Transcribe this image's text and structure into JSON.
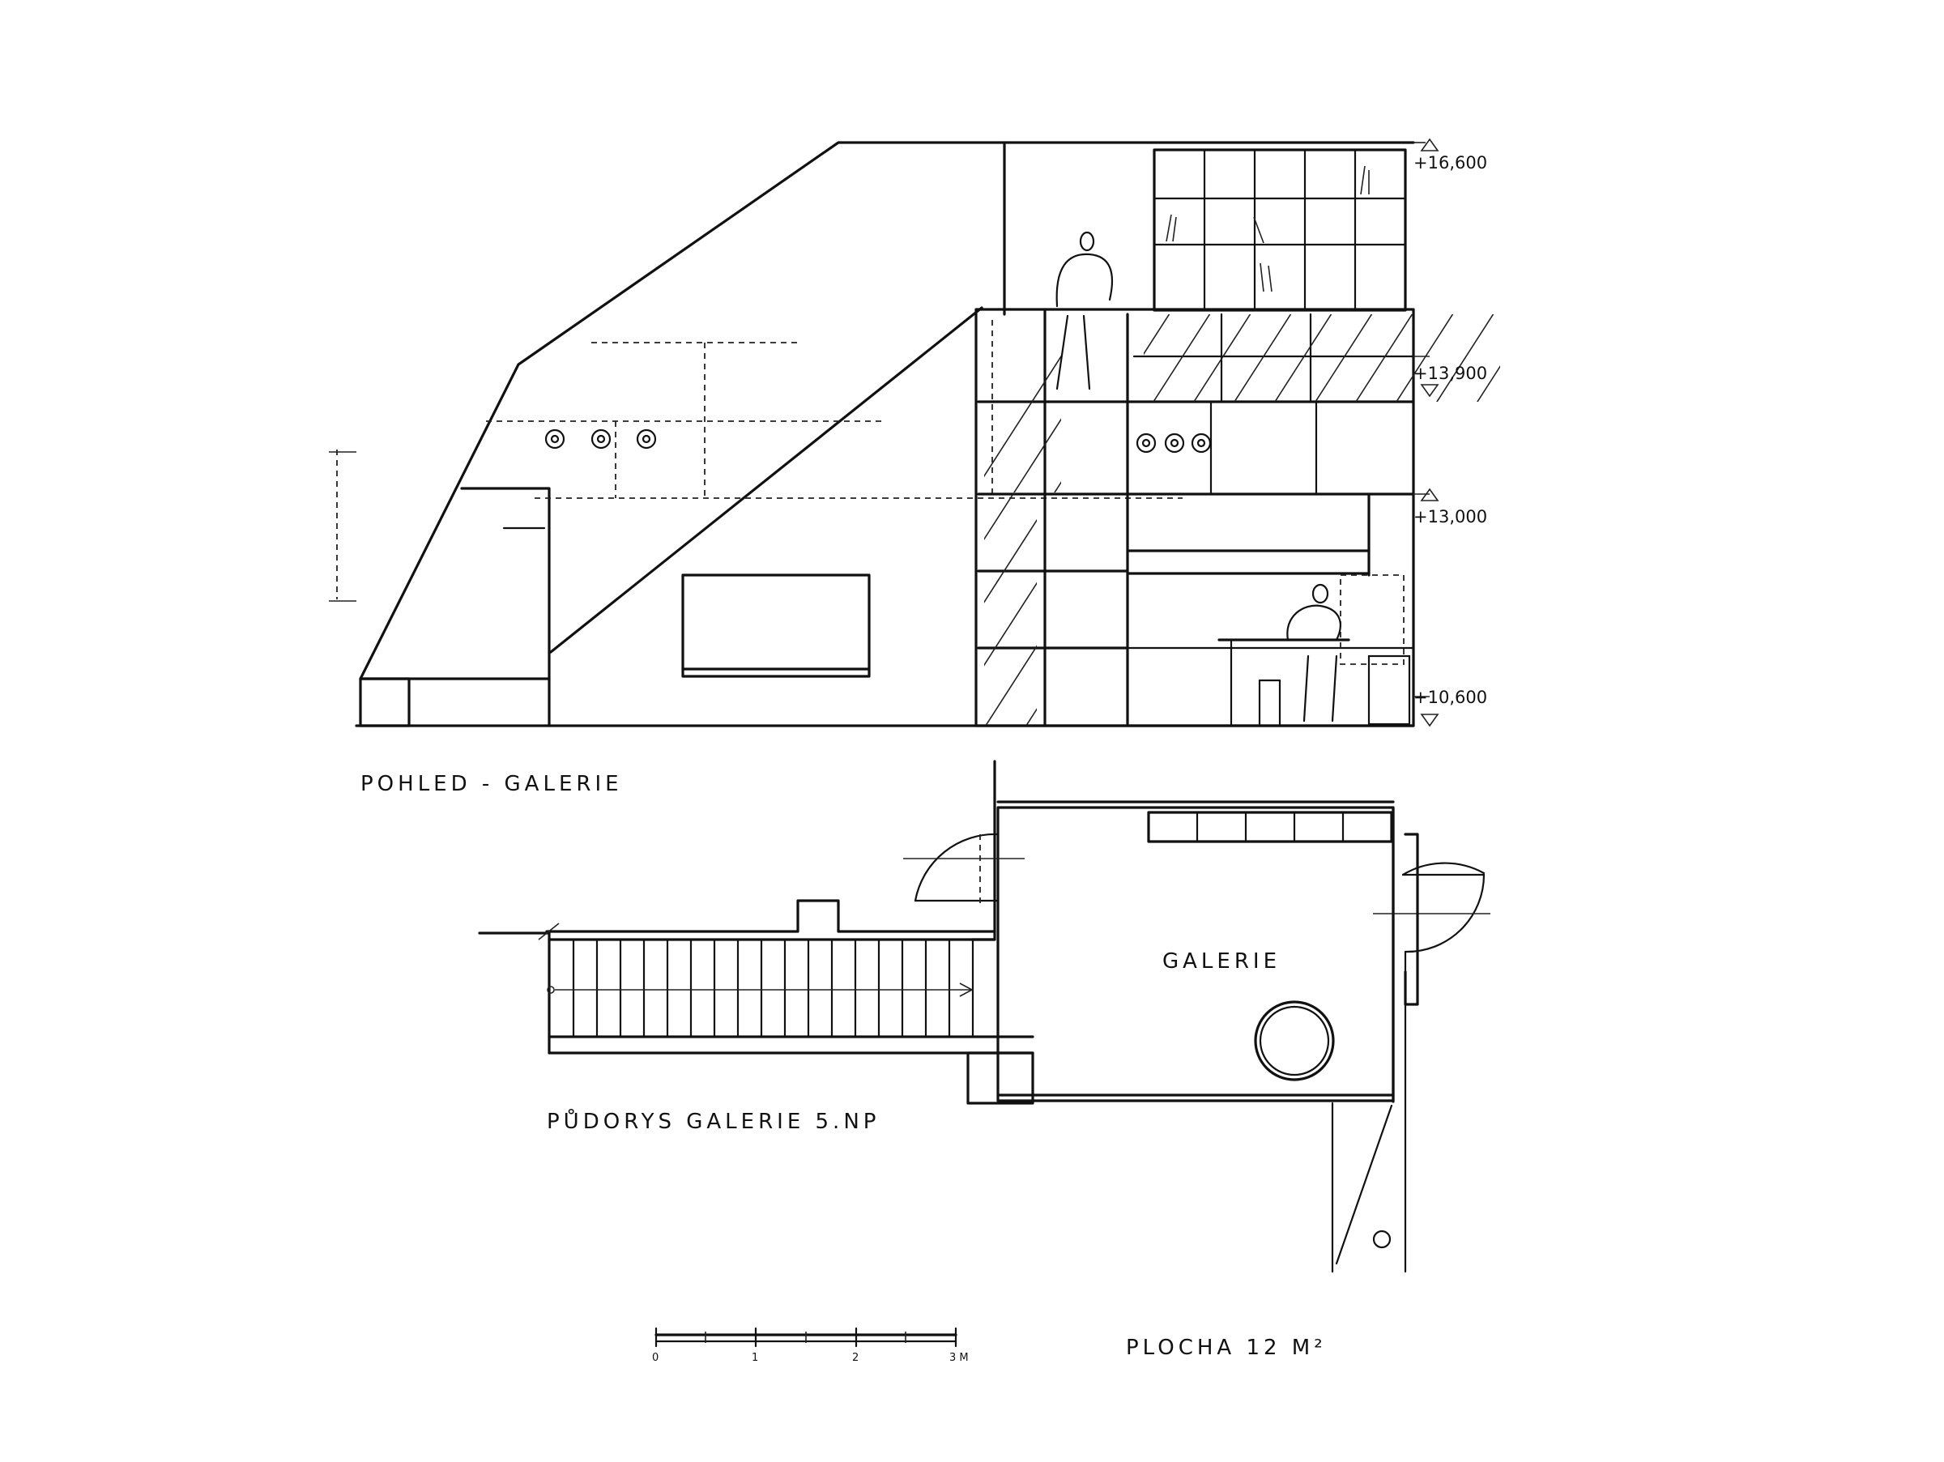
{
  "drawing": {
    "elevation_title": "POHLED - GALERIE",
    "plan_title": "PŮDORYS GALERIE 5.NP",
    "room_label": "GALERIE",
    "area_label": "PLOCHA 12 M²",
    "levels": {
      "top": "+16,600",
      "upper": "+13,900",
      "middle": "+13,000",
      "base": "+10,600"
    },
    "scale_bar": {
      "ticks": [
        "0",
        "1",
        "2",
        "3 M"
      ]
    }
  }
}
